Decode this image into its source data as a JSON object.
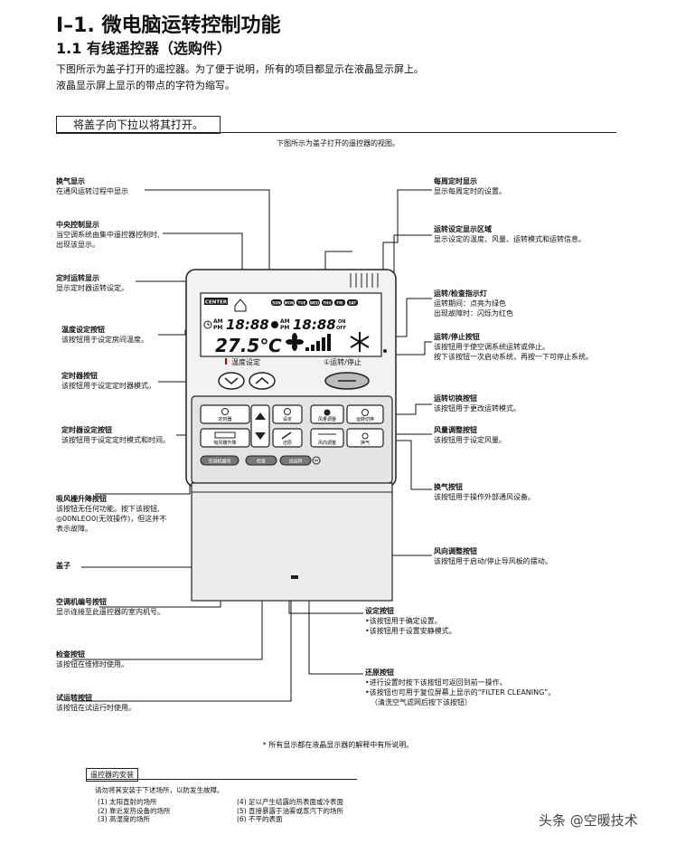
{
  "heading": "I–1. 微电脑运转控制功能",
  "subheading": "1.1 有线遥控器（选购件）",
  "intro": [
    "下图所示为盖子打开的遥控器。为了便于说明，所有的项目都显示在液晶显示屏上。",
    "液晶显示屏上显示的带点的字符为缩写。"
  ],
  "open_instruction": "将盖子向下拉以将其打开。",
  "figure_caption": "下图所示为盖子打开的遥控器的视图。",
  "left_labels": [
    {
      "title": "换气显示",
      "desc": [
        "在通风运转过程中显示"
      ]
    },
    {
      "title": "中央控制显示",
      "desc": [
        "当空调系统由集中遥控器控制时,",
        "出现该显示。"
      ]
    },
    {
      "title": "定时运转显示",
      "desc": [
        "显示定时器运转设定。"
      ]
    },
    {
      "title": "温度设定按钮",
      "desc": [
        "该按钮用于设定房间温度。"
      ]
    },
    {
      "title": "定时器按钮",
      "desc": [
        "该按钮用于设定定时器模式。"
      ]
    },
    {
      "title": "定时器设定按钮",
      "desc": [
        "该按钮用于设定定时模式和时间。"
      ]
    },
    {
      "title": "吸风栅升降按钮",
      "desc": [
        "该按钮无任何功能。按下该按钮,",
        "◎00NLEO0(无效操作)，但这并不",
        "表示故障。"
      ]
    },
    {
      "title": "盖子",
      "desc": []
    },
    {
      "title": "空调机编号按钮",
      "desc": [
        "显示连接至此遥控器的室内机号。"
      ]
    },
    {
      "title": "检查按钮",
      "desc": [
        "该按钮在维修时使用。"
      ]
    },
    {
      "title": "试运转按钮",
      "desc": [
        "该按钮在试运行时使用。"
      ]
    }
  ],
  "right_labels": [
    {
      "title": "每周定时显示",
      "desc": [
        "显示每周定时的设置。"
      ]
    },
    {
      "title": "运转设定显示区域",
      "desc": [
        "显示设定的温度、风量、运转模式和运转信息。"
      ]
    },
    {
      "title": "运转/检查指示灯",
      "desc": [
        "运转期间：点亮为绿色",
        "出现故障时：闪烁为红色"
      ]
    },
    {
      "title": "运转/停止按钮",
      "desc": [
        "该按钮用于使空调系统运转或停止。",
        "按下该按钮一次启动系统，再按一下可停止系统。"
      ]
    },
    {
      "title": "运转切换按钮",
      "desc": [
        "该按钮用于更改运转模式。"
      ]
    },
    {
      "title": "风量调整按钮",
      "desc": [
        "该按钮用于设定风量。"
      ]
    },
    {
      "title": "换气按钮",
      "desc": [
        "该按钮用于操作外部通风设备。"
      ]
    },
    {
      "title": "风向调整按钮",
      "desc": [
        "该按钮用于启动/停止导风板的摆动。"
      ]
    },
    {
      "title": "设定按钮",
      "desc": [
        "•该按钮用于确定设置。",
        "•该按钮用于设置安静模式。"
      ]
    },
    {
      "title": "还原按钮",
      "desc": [
        "•进行设置时按下该按钮可返回到前一操作。",
        "•该按钮也可用于复位屏幕上显示的“FILTER CLEANING”。",
        "（清洗空气滤网后按下该按钮）"
      ]
    }
  ],
  "remote": {
    "center": "CENTER",
    "days": [
      "SUN",
      "MON",
      "TUE",
      "WED",
      "THU",
      "FRI",
      "SAT"
    ],
    "am": "AM",
    "pm": "PM",
    "time1": "18:88",
    "time2": "18:88",
    "on": "ON",
    "off": "OFF",
    "temp": "27.5℃",
    "temp_label": "温度设定",
    "run_label": "①运转/停止",
    "btn_timer": "定时器",
    "btn_louver": "吸风栅升降",
    "btn_set": "设定",
    "btn_reset": "还原",
    "btn_fan": "风量调整",
    "btn_mode": "运转切换",
    "btn_swing": "风向调整",
    "btn_vent": "换气",
    "btn_unit": "空调机编号",
    "btn_check": "检查",
    "btn_test": "试运转"
  },
  "bottom_note": "* 所有显示都在液晶显示器的解释中有所说明。",
  "install": {
    "title": "遥控器的安装",
    "intro": "请勿将其安装于下述场所，以防发生故障。",
    "col1": [
      "(1) 太阳直射的场所",
      "(2) 靠近发热设备的场所",
      "(3) 高湿度的场所"
    ],
    "col2": [
      "(4) 足以产生结露的热表面或冷表面",
      "(5) 直接暴露于油雾或蒸汽下的场所",
      "(6) 不平的表面"
    ]
  },
  "watermark": "头条 @空暖技术"
}
